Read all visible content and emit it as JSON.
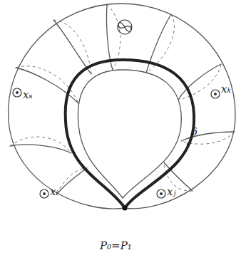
{
  "diagram": {
    "labels": [
      "xₛ",
      "xₖ",
      "xᵢ",
      "xⱼ",
      "δ",
      "P₀=P₁"
    ]
  }
}
